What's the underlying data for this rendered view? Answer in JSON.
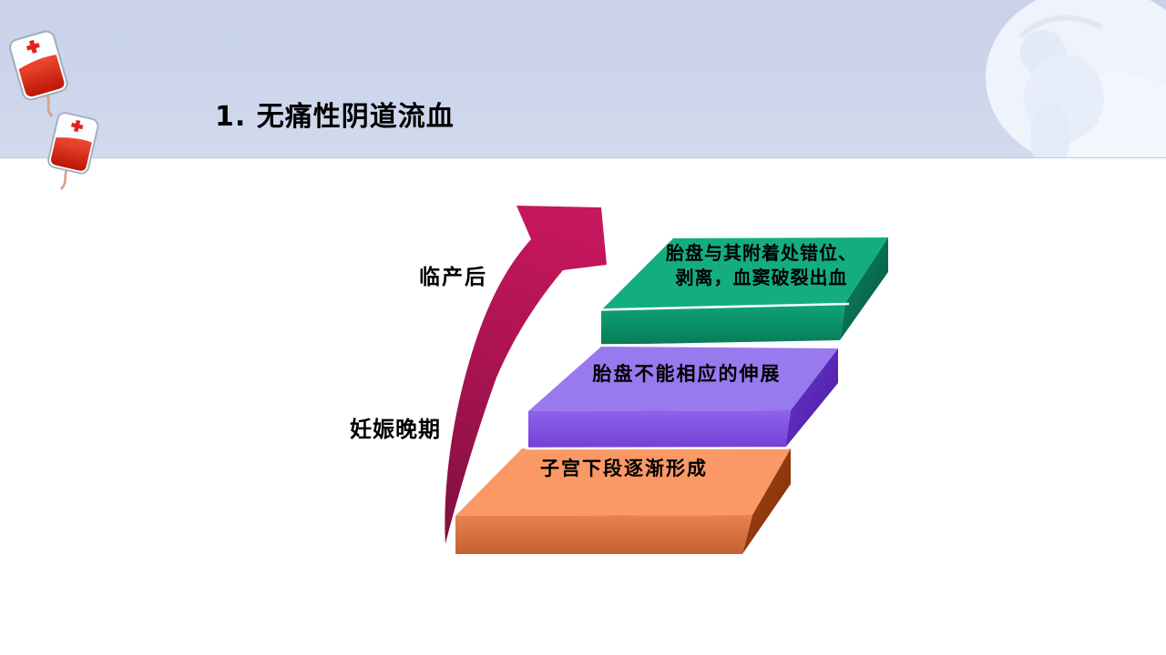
{
  "slide_title": "1. 无痛性阴道流血",
  "colors": {
    "header_background": "#CCD5EB",
    "title_text": "#000000",
    "arrow_top": "#C7175E",
    "arrow_bottom": "#7E0F3E",
    "blood_red": "#D6281A"
  },
  "stage_labels": [
    {
      "text": "临产后"
    },
    {
      "text": "妊娠晚期"
    }
  ],
  "steps": [
    {
      "name": "uterus-lower-segment",
      "lines": [
        "子宫下段逐渐形成"
      ],
      "top_color": "#FA9966",
      "front_color": "#E8834E",
      "side_color": "#A64312"
    },
    {
      "name": "placenta-cannot-stretch",
      "lines": [
        "胎盘不能相应的伸展"
      ],
      "top_color": "#9879EE",
      "front_color": "#8E63EA",
      "side_color": "#6635CF"
    },
    {
      "name": "placenta-displacement-bleeding",
      "lines": [
        "胎盘与其附着处错位、",
        "剥离，血窦破裂出血"
      ],
      "top_color": "#14AD80",
      "front_color": "#0FA577",
      "side_color": "#0C8A66"
    }
  ],
  "icons": {
    "blood_bag": "blood-bag-icon",
    "watermark": "fetus-watermark"
  }
}
